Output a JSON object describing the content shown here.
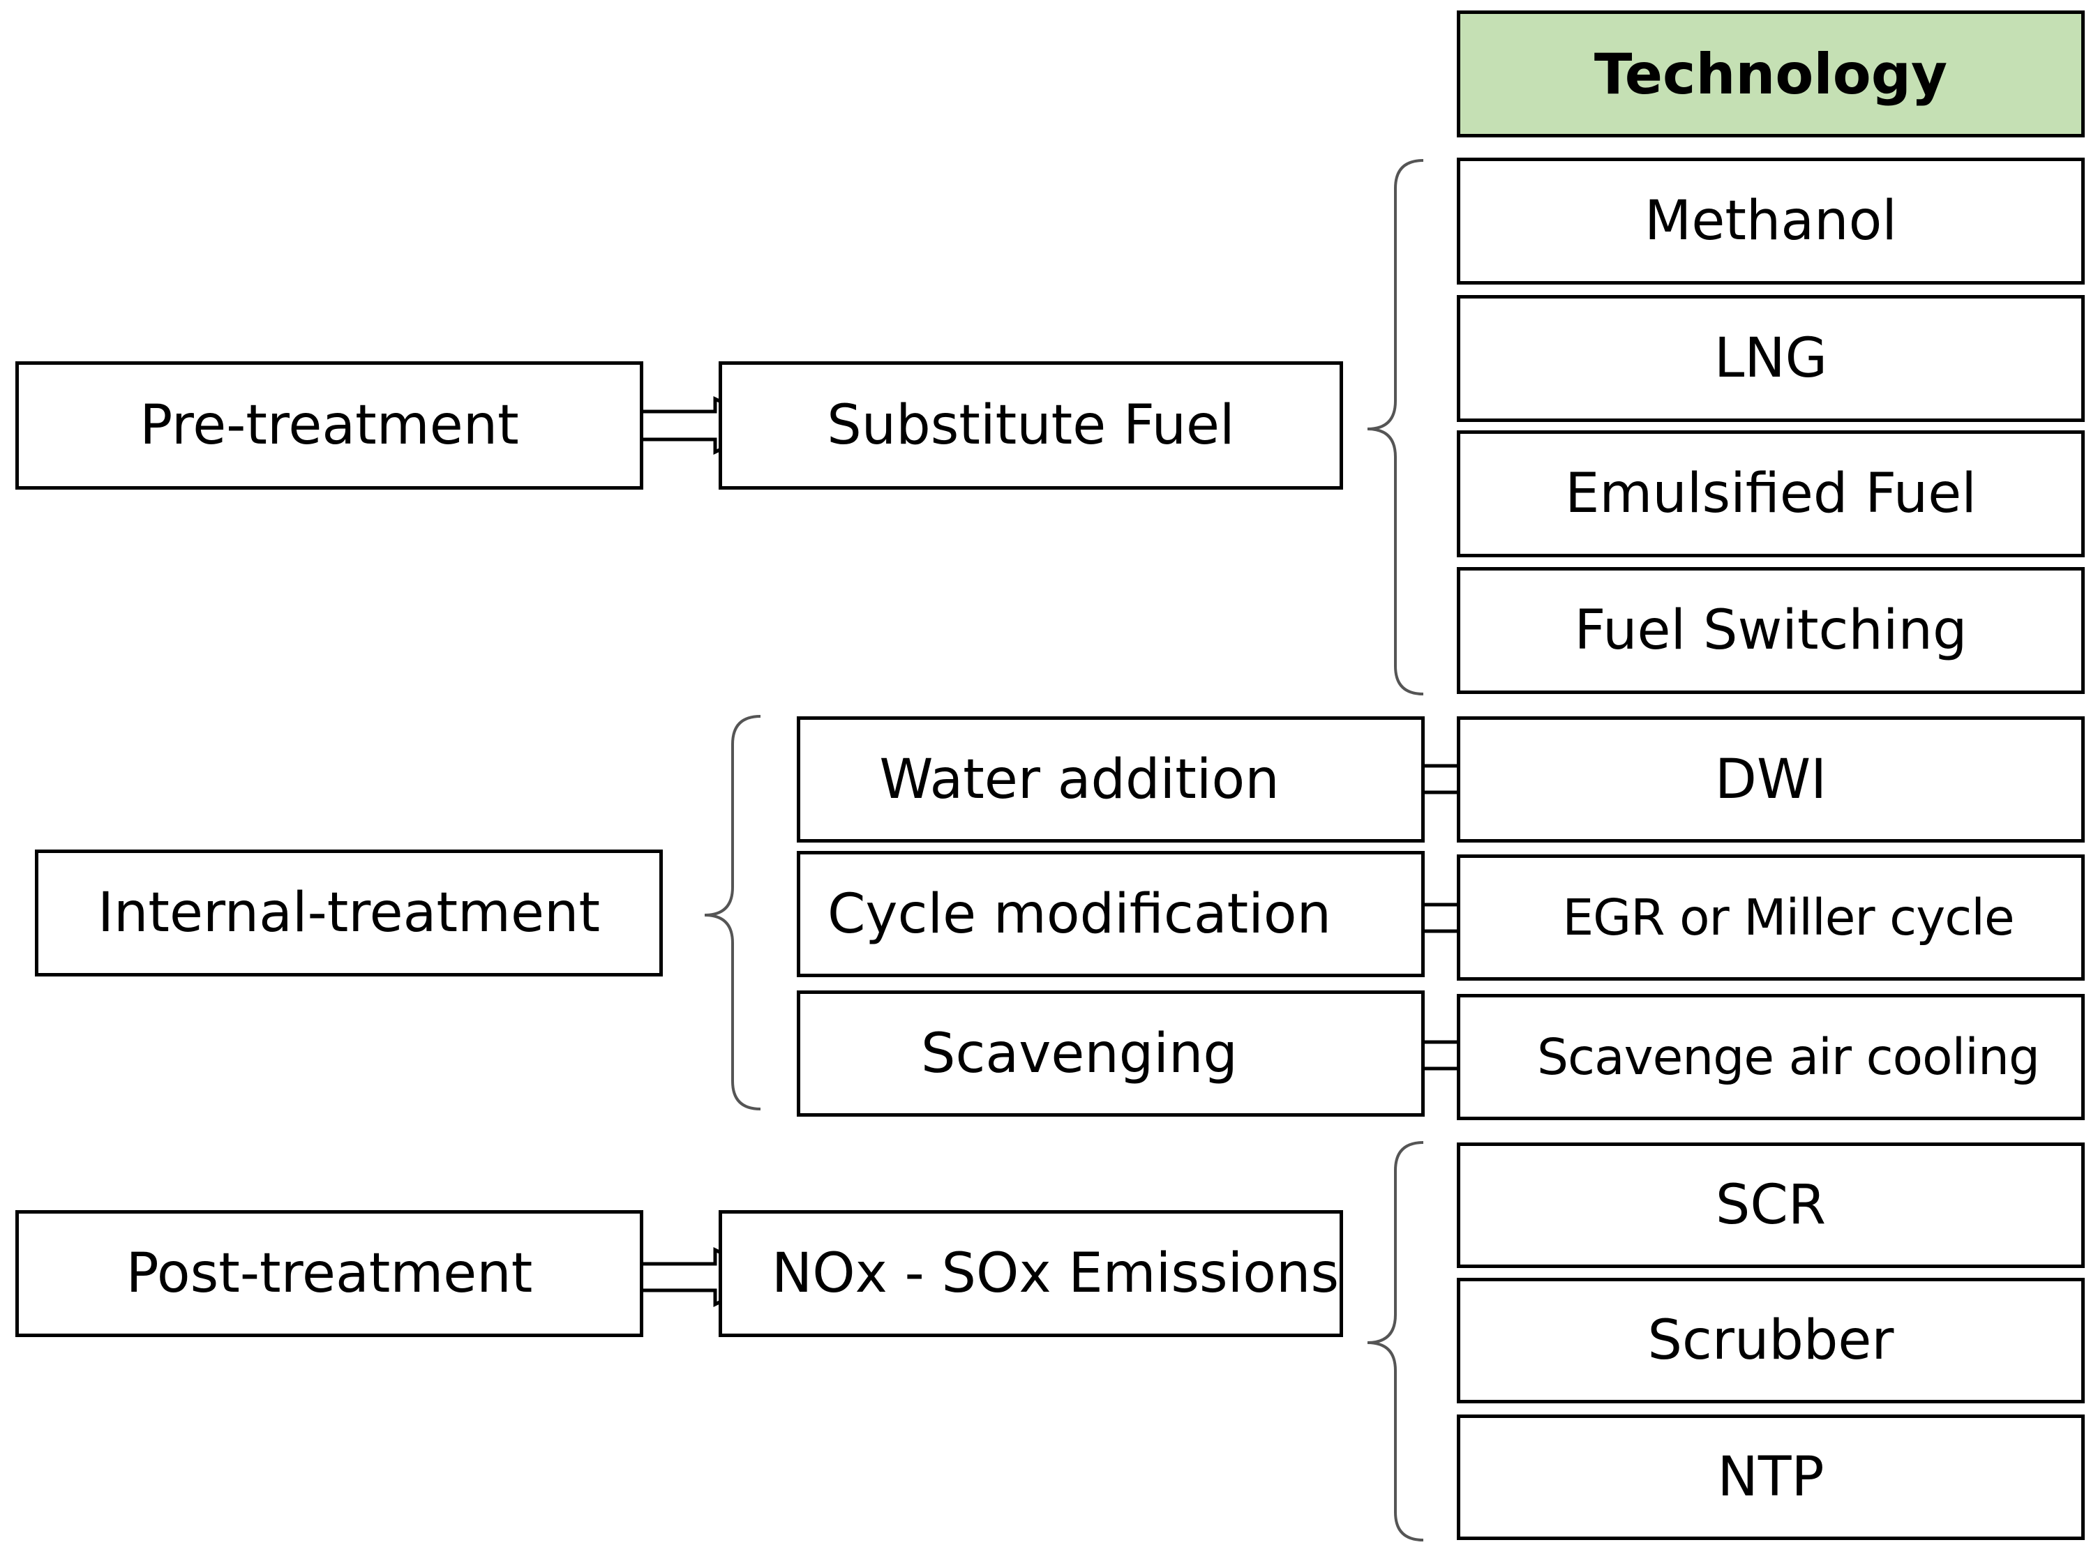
{
  "technology_header": "Technology",
  "stages": {
    "pre_treatment": "Pre-treatment",
    "internal_treatment": "Internal-treatment",
    "post_treatment": "Post-treatment"
  },
  "categories": {
    "substitute_fuel": "Substitute Fuel",
    "water_addition": "Water addition",
    "cycle_modification": "Cycle modification",
    "scavenging": "Scavenging",
    "emissions": "NOx - SOx Emissions"
  },
  "technologies": {
    "methanol": "Methanol",
    "lng": "LNG",
    "emulsified_fuel": "Emulsified Fuel",
    "fuel_switching": "Fuel Switching",
    "dwi": "DWI",
    "egr_miller": "EGR or Miller cycle",
    "scavenge_air_cooling": "Scavenge air cooling",
    "scr": "SCR",
    "scrubber": "Scrubber",
    "ntp": "NTP"
  },
  "colors": {
    "header_fill": "#c5e0b4",
    "border": "#000000",
    "bracket": "#555555"
  }
}
